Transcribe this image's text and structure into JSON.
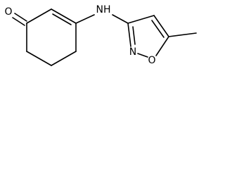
{
  "molecule": {
    "atoms": {
      "carbonyl_oxygen": "O",
      "amine_nh": "NH",
      "ring_nitrogen": "N",
      "ring_oxygen": "O"
    },
    "colors": {
      "bond": "#000000",
      "label": "#000000",
      "background": "#ffffff"
    }
  }
}
